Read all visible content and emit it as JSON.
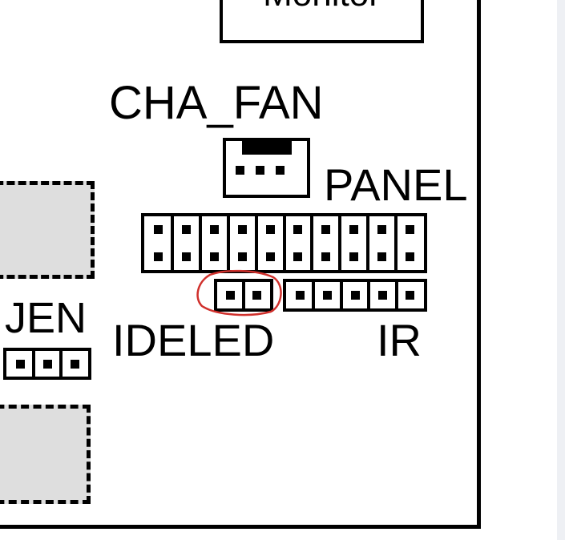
{
  "labels": {
    "monitor": "Monitor",
    "cha_fan": "CHA_FAN",
    "panel": "PANEL",
    "jen": "JEN",
    "ideled": "IDELED",
    "ir": "IR"
  },
  "colors": {
    "outline": "#000000",
    "component_fill": "#dedede",
    "highlight": "#d0302c",
    "background": "#ffffff"
  }
}
